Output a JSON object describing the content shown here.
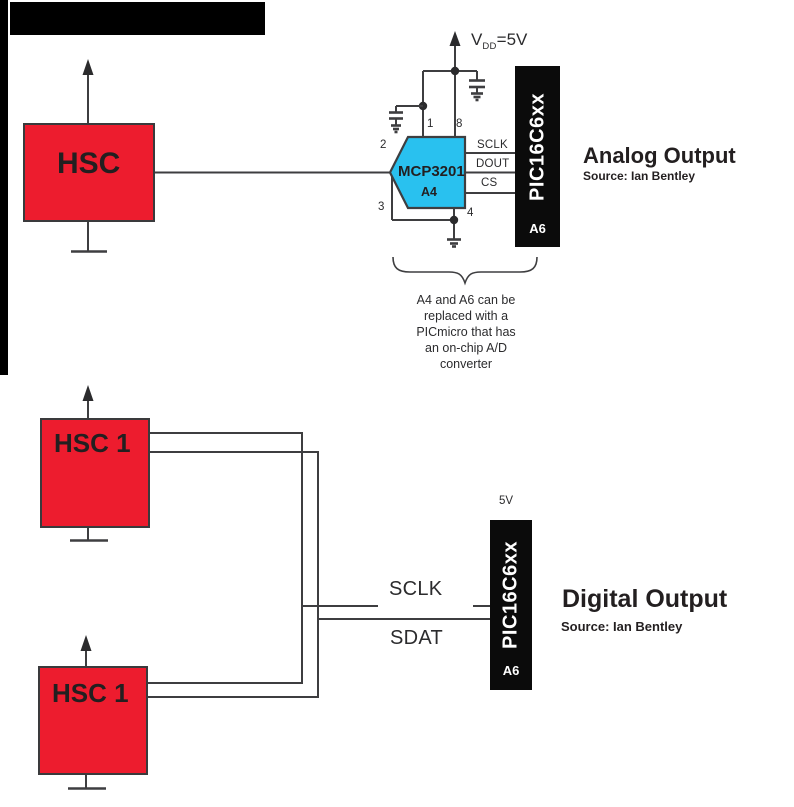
{
  "colors": {
    "sensor_red": "#ED1C2E",
    "adc_cyan": "#29C1EF",
    "wire_gray": "#3E3E40",
    "chip_black": "#0B0B0B"
  },
  "analog_circuit": {
    "sensor_label": "HSC",
    "supply_label": {
      "v": "V",
      "sub": "DD",
      "eq": "=5V"
    },
    "adc": {
      "name": "MCP3201",
      "designator": "A4",
      "pins": {
        "pin1": "1",
        "pin2": "2",
        "pin3": "3",
        "pin4": "4",
        "pin8": "8"
      }
    },
    "mcu": {
      "name": "PIC16C6xx",
      "designator": "A6"
    },
    "signals": {
      "sclk": "SCLK",
      "dout": "DOUT",
      "cs": "CS"
    },
    "title": "Analog Output",
    "source": "Source: Ian Bentley",
    "note": [
      "A4 and A6 can be",
      "replaced with a",
      "PICmicro that has",
      "an on-chip A/D",
      "converter"
    ]
  },
  "digital_circuit": {
    "sensor1_label": "HSC 1",
    "sensor2_label": "HSC 1",
    "supply": "5V",
    "mcu": {
      "name": "PIC16C6xx",
      "designator": "A6"
    },
    "signals": {
      "sclk": "SCLK",
      "sdat": "SDAT"
    },
    "title": "Digital Output",
    "source": "Source: Ian Bentley"
  }
}
